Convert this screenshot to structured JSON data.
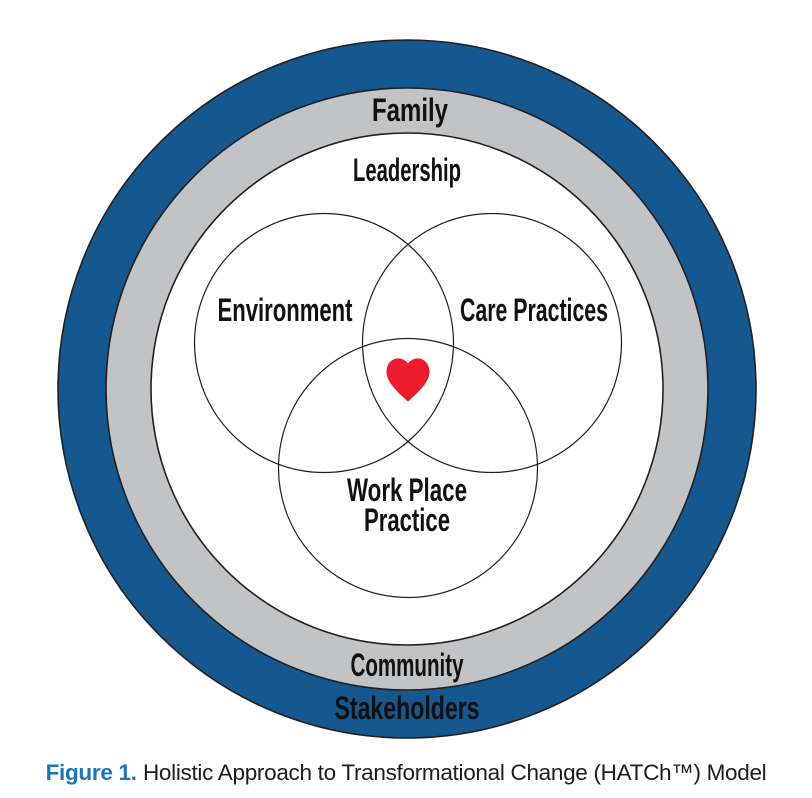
{
  "colors": {
    "ring_blue": "#15578F",
    "ring_gray": "#C1C3C5",
    "inner_white": "#FFFFFF",
    "heart_red": "#ED1C2C",
    "caption_blue": "#1C75BC",
    "label_black": "#141414"
  },
  "labels": {
    "family": "Family",
    "leadership": "Leadership",
    "environment": "Environment",
    "care_practices": "Care Practices",
    "work_place_line1": "Work Place",
    "work_place_line2": "Practice",
    "community": "Community",
    "stakeholders": "Stakeholders"
  },
  "caption": {
    "prefix": "Figure 1.",
    "text": "Holistic Approach to Transformational Change (HATCh™) Model"
  }
}
